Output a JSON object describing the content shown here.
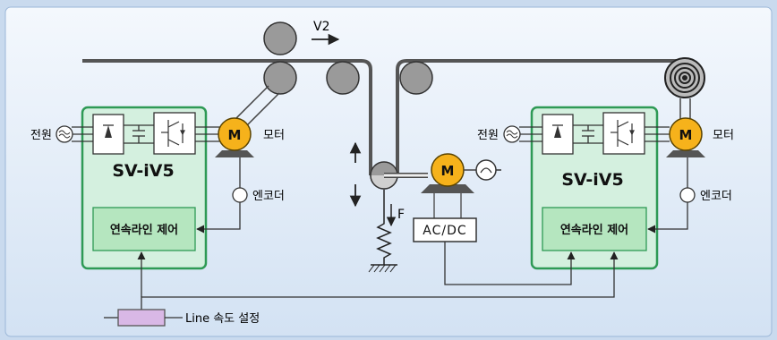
{
  "colors": {
    "background": "#dbe8f6",
    "frame": "#2f6bb0",
    "drive_box": "#cfeedd",
    "drive_border": "#2e9a55",
    "control_box": "#b6e6c0",
    "motor": "#f6b21b",
    "roller": "#999999",
    "web": "#555555",
    "setter": "#d9b8e6"
  },
  "labels": {
    "speed": "V2",
    "force": "F",
    "acdc": "AC/DC",
    "line_speed_setting": "Line 속도 설정"
  },
  "left_drive": {
    "name": "SV-iV5",
    "power": "전원",
    "motor_symbol": "M",
    "motor": "모터",
    "encoder": "엔코더",
    "control": "연속라인 제어"
  },
  "right_drive": {
    "name": "SV-iV5",
    "power": "전원",
    "motor_symbol": "M",
    "motor": "모터",
    "encoder": "엔코더",
    "control": "연속라인 제어"
  },
  "dancer_motor": {
    "motor_symbol": "M"
  }
}
